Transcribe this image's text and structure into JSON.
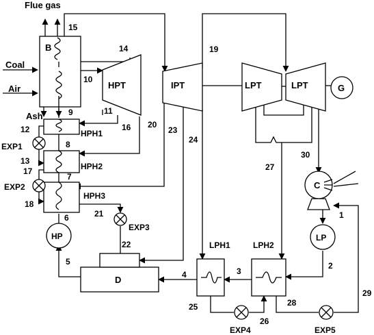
{
  "labels": {
    "flue_gas": "Flue gas",
    "coal": "Coal",
    "air": "Air",
    "ash": "Ash",
    "boiler": "B",
    "hpt": "HPT",
    "ipt": "IPT",
    "lpt_left": "LPT",
    "lpt_right": "LPT",
    "generator": "G",
    "condenser": "C",
    "hph1": "HPH1",
    "hph2": "HPH2",
    "hph3": "HPH3",
    "hp_pump": "HP",
    "lp_pump": "LP",
    "deaerator": "D",
    "lph1": "LPH1",
    "lph2": "LPH2",
    "exp1": "EXP1",
    "exp2": "EXP2",
    "exp3": "EXP3",
    "exp4": "EXP4",
    "exp5": "EXP5"
  },
  "stream_numbers": {
    "s1": "1",
    "s2": "2",
    "s3": "3",
    "s4": "4",
    "s5": "5",
    "s6": "6",
    "s7": "7",
    "s8": "8",
    "s9": "9",
    "s10": "10",
    "s11": "11",
    "s12": "12",
    "s13": "13",
    "s14": "14",
    "s15": "15",
    "s16": "16",
    "s17": "17",
    "s18": "18",
    "s19": "19",
    "s20": "20",
    "s21": "21",
    "s22": "22",
    "s23": "23",
    "s24": "24",
    "s25": "25",
    "s26": "26",
    "s27": "27",
    "s28": "28",
    "s29": "29",
    "s30": "30"
  }
}
